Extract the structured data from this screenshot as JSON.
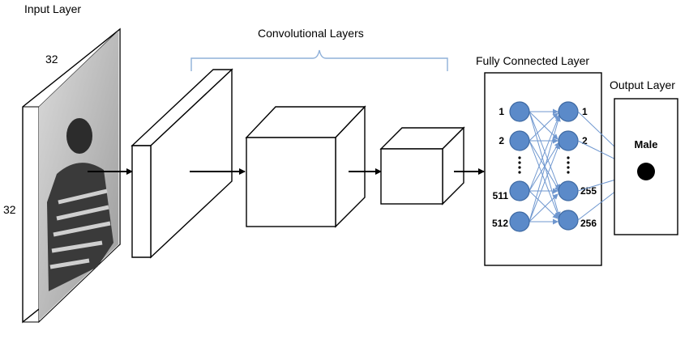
{
  "labels": {
    "input_layer": "Input Layer",
    "conv_layers": "Convolutional Layers",
    "fc_layer": "Fully Connected Layer",
    "output_layer": "Output Layer",
    "dim_width": "32",
    "dim_height": "32",
    "output_class": "Male"
  },
  "fc_layer": {
    "left_nodes": [
      "1",
      "2",
      "511",
      "512"
    ],
    "right_nodes": [
      "1",
      "2",
      "255",
      "256"
    ]
  },
  "colors": {
    "node_fill": "#5b8ac9",
    "edge": "#6f97cf",
    "bracket": "#8fb0d9",
    "output_node": "#000000"
  }
}
